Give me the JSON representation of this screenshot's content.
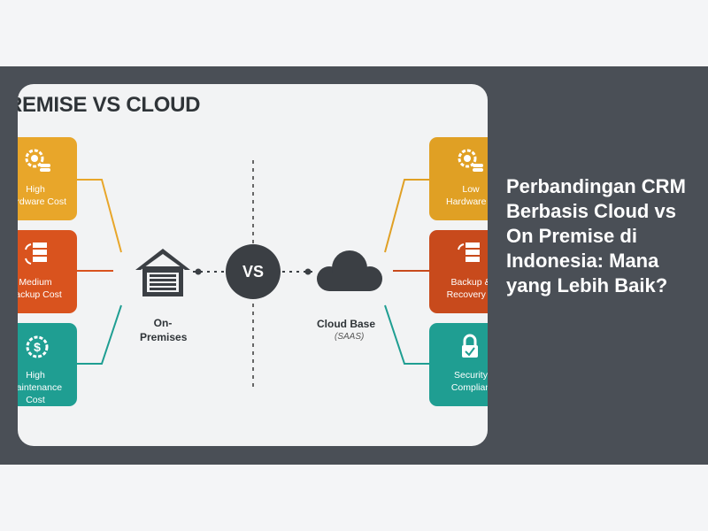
{
  "headline": "Perbandingan CRM Berbasis Cloud vs On Premise di Indonesia: Mana yang Lebih Baik?",
  "infographic": {
    "title": "REMISE VS CLOUD",
    "vs": "VS",
    "left_label": "On-\nPremises",
    "right_label": "Cloud Base",
    "right_sublabel": "(SAAS)",
    "left_tiles": [
      {
        "label": "High\nHardware Cost",
        "icon": "coins-gear-icon",
        "color": "#e8a62a"
      },
      {
        "label": "Medium\nBackup Cost",
        "icon": "server-backup-icon",
        "color": "#d9531e"
      },
      {
        "label": "High\nMaintenance\nCost",
        "icon": "wrench-gear-icon",
        "color": "#1f9e92"
      }
    ],
    "right_tiles": [
      {
        "label": "Low\nHardware C",
        "icon": "coins-gear-icon",
        "color": "#e0a024"
      },
      {
        "label": "Backup &\nRecovery C",
        "icon": "server-backup-icon",
        "color": "#c84a1c"
      },
      {
        "label": "Security\nComplian",
        "icon": "lock-icon",
        "color": "#1f9e92"
      }
    ]
  }
}
